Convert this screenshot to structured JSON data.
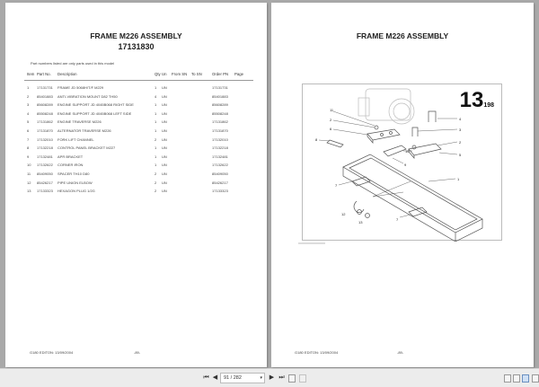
{
  "left_page": {
    "title": "FRAME M226 ASSEMBLY",
    "subtitle": "17131830",
    "note": "Part numbers listed are only parts used in this model",
    "columns": [
      "Item",
      "Part No.",
      "Description",
      "Qty",
      "Un",
      "From SN",
      "To SN",
      "Order PN",
      "Page"
    ],
    "rows": [
      {
        "item": "1",
        "part": "17131731",
        "desc": "FRAME JD 5068H/T/F M229",
        "qty": "1",
        "un": "UN",
        "order": "17131731"
      },
      {
        "item": "2",
        "part": "85401883",
        "desc": "ANTI-VIBRATION MOUNT D82 TH50",
        "qty": "4",
        "un": "UN",
        "order": "85401883"
      },
      {
        "item": "3",
        "part": "85608289",
        "desc": "ENGINE SUPPORT JD 4045B068 RIGHT SIDE",
        "qty": "1",
        "un": "UN",
        "order": "85608289"
      },
      {
        "item": "4",
        "part": "85508248",
        "desc": "ENGINE SUPPORT JD 4045B068 LEFT SIDE",
        "qty": "1",
        "un": "UN",
        "order": "85508248"
      },
      {
        "item": "5",
        "part": "17131862",
        "desc": "ENGINE TRAVERSE M226",
        "qty": "1",
        "un": "UN",
        "order": "17131862"
      },
      {
        "item": "6",
        "part": "17131870",
        "desc": "ALTERNATOR TRAVERSE M226",
        "qty": "1",
        "un": "UN",
        "order": "17131870"
      },
      {
        "item": "7",
        "part": "17132010",
        "desc": "FORK LIFT CHANNEL",
        "qty": "2",
        "un": "UN",
        "order": "17132010"
      },
      {
        "item": "8",
        "part": "17132218",
        "desc": "CONTROL PANEL BRACKET M227",
        "qty": "1",
        "un": "UN",
        "order": "17132218"
      },
      {
        "item": "9",
        "part": "17132481",
        "desc": "APR BRACKET",
        "qty": "1",
        "un": "UN",
        "order": "17132481"
      },
      {
        "item": "10",
        "part": "17132622",
        "desc": "CORNER IRON",
        "qty": "1",
        "un": "UN",
        "order": "17132622"
      },
      {
        "item": "11",
        "part": "85409050",
        "desc": "SPACER TH10 D80",
        "qty": "2",
        "un": "UN",
        "order": "85409050"
      },
      {
        "item": "12",
        "part": "85426217",
        "desc": "PIPE UNION ELBOW",
        "qty": "2",
        "un": "UN",
        "order": "85426217"
      },
      {
        "item": "13",
        "part": "17133323",
        "desc": "HEXAGON PLUG 1/2G",
        "qty": "2",
        "un": "UN",
        "order": "17133323"
      }
    ],
    "footer_edition": "G180 EDITON: 13/09/2004",
    "footer_page": "-89-"
  },
  "right_page": {
    "title": "FRAME M226 ASSEMBLY",
    "figure_number": "13",
    "figure_sub": "198",
    "callouts": [
      "11",
      "2",
      "6",
      "9",
      "10",
      "8",
      "4",
      "3",
      "2",
      "5",
      "1",
      "7",
      "12",
      "13",
      "7"
    ],
    "footer_edition": "G180 EDITON: 13/09/2004",
    "footer_page": "-89-"
  },
  "toolbar": {
    "first_page": "⏮",
    "prev_page": "◀",
    "page_indicator": "91 / 282",
    "dropdown": "▾",
    "next_page": "▶",
    "last_page": "⏭"
  }
}
